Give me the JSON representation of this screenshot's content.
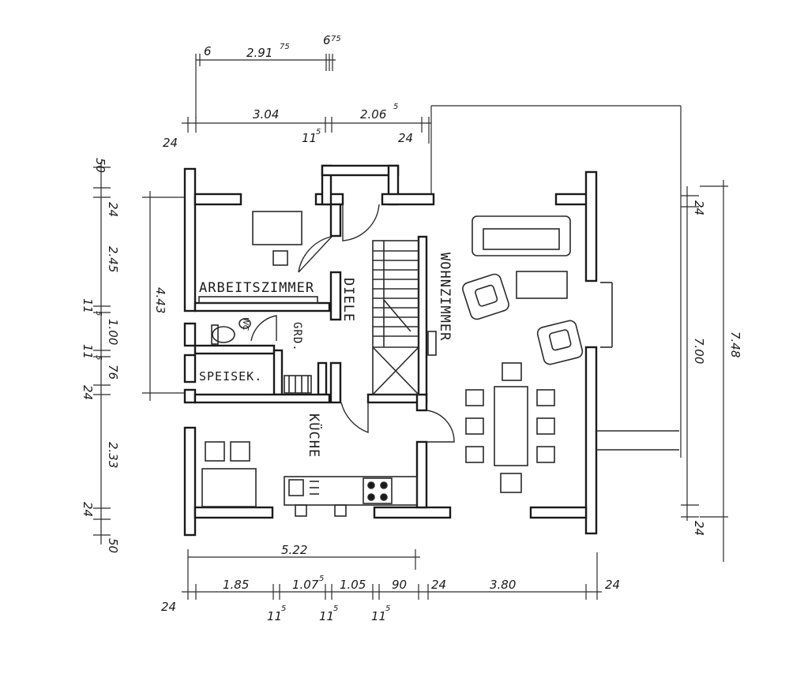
{
  "rooms": {
    "arbeitszimmer": "ARBEITSZIMMER",
    "diele": "DIELE",
    "wohnzimmer": "WOHNZIMMER",
    "wc": "WC",
    "grd": "GRD.",
    "speisek": "SPEISEK.",
    "kueche": "KÜCHE"
  },
  "dims_top": {
    "a_left": "6",
    "a_mid": "2.91",
    "a_mid_sup": "75",
    "a_right": "6",
    "a_right_sup": "75",
    "b_edge": "24",
    "b_left": "3.04",
    "b_mid": "11",
    "b_mid_sup": "5",
    "b_right": "2.06",
    "b_right_sup": "5",
    "b_right_edge": "24"
  },
  "dims_left": {
    "d50_top": "50",
    "d24_a": "24",
    "d245": "2.45",
    "d11_a": "11",
    "d11_a_sup": "5",
    "d100": "1.00",
    "d11_b": "11",
    "d11_b_sup": "5",
    "d76": "76",
    "d24_b": "24",
    "d233": "2.33",
    "d24_c": "24",
    "d50_bot": "50",
    "d443": "4.43"
  },
  "dims_right": {
    "d24_top": "24",
    "d700": "7.00",
    "d748": "7.48",
    "d24_bot": "24"
  },
  "dims_bottom": {
    "d522": "5.22",
    "d24_left": "24",
    "d185": "1.85",
    "d107": "1.07",
    "d107_sup": "5",
    "d105": "1.05",
    "d90": "90",
    "d24_mid": "24",
    "d380": "3.80",
    "d24_right": "24",
    "d11_a": "11",
    "d11_a_sup": "5",
    "d11_b": "11",
    "d11_b_sup": "5",
    "d11_c": "11",
    "d11_c_sup": "5"
  }
}
